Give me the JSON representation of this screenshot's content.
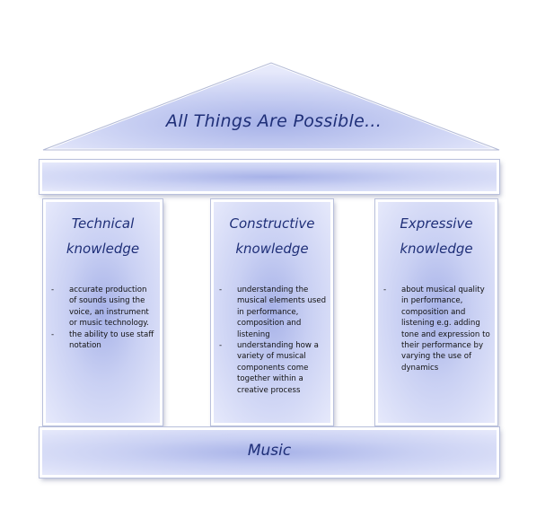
{
  "roof": {
    "title": "All Things Are Possible..."
  },
  "pillars": [
    {
      "title_line1": "Technical",
      "title_line2": "knowledge",
      "bullets": [
        "accurate production of sounds using the voice, an instrument or music technology.",
        "the ability to use staff notation"
      ]
    },
    {
      "title_line1": "Constructive",
      "title_line2": "knowledge",
      "bullets": [
        "understanding the musical elements used in performance, composition and listening",
        "understanding how a variety of musical components come together within a creative process"
      ]
    },
    {
      "title_line1": "Expressive",
      "title_line2": "knowledge",
      "bullets": [
        "about musical quality in performance, composition and listening e.g. adding tone and expression to their performance by varying the use of dynamics"
      ]
    }
  ],
  "base": {
    "label": "Music"
  },
  "colors": {
    "accent_text": "#1f2f78",
    "fill": "#b7c0ec"
  }
}
